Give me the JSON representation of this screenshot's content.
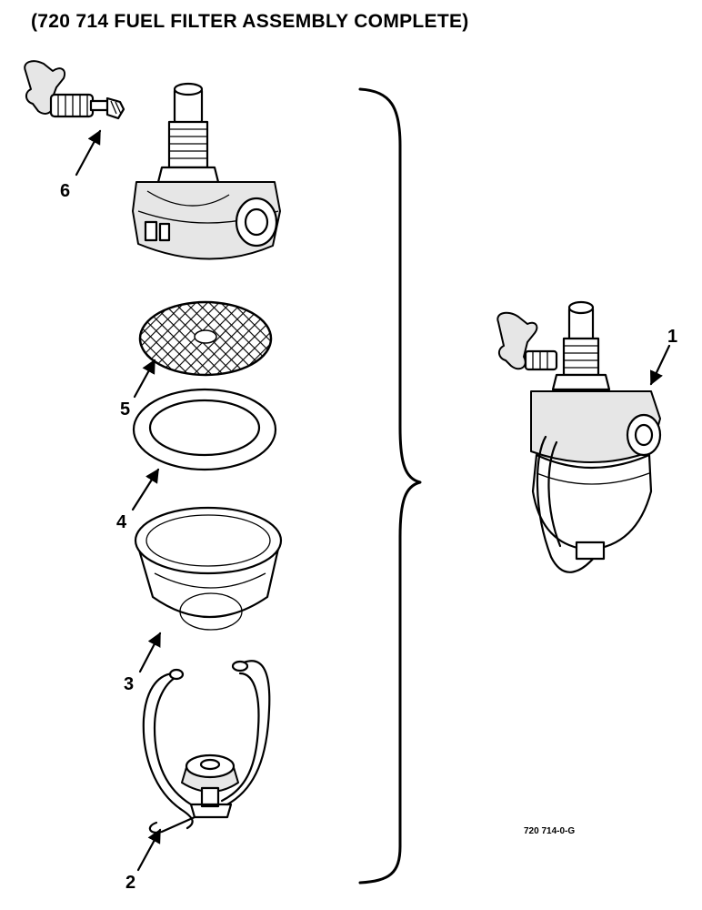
{
  "title": "(720 714 FUEL FILTER ASSEMBLY COMPLETE)",
  "figure_code": "720 714-0-G",
  "callouts": {
    "c1": "1",
    "c2": "2",
    "c3": "3",
    "c4": "4",
    "c5": "5",
    "c6": "6"
  }
}
